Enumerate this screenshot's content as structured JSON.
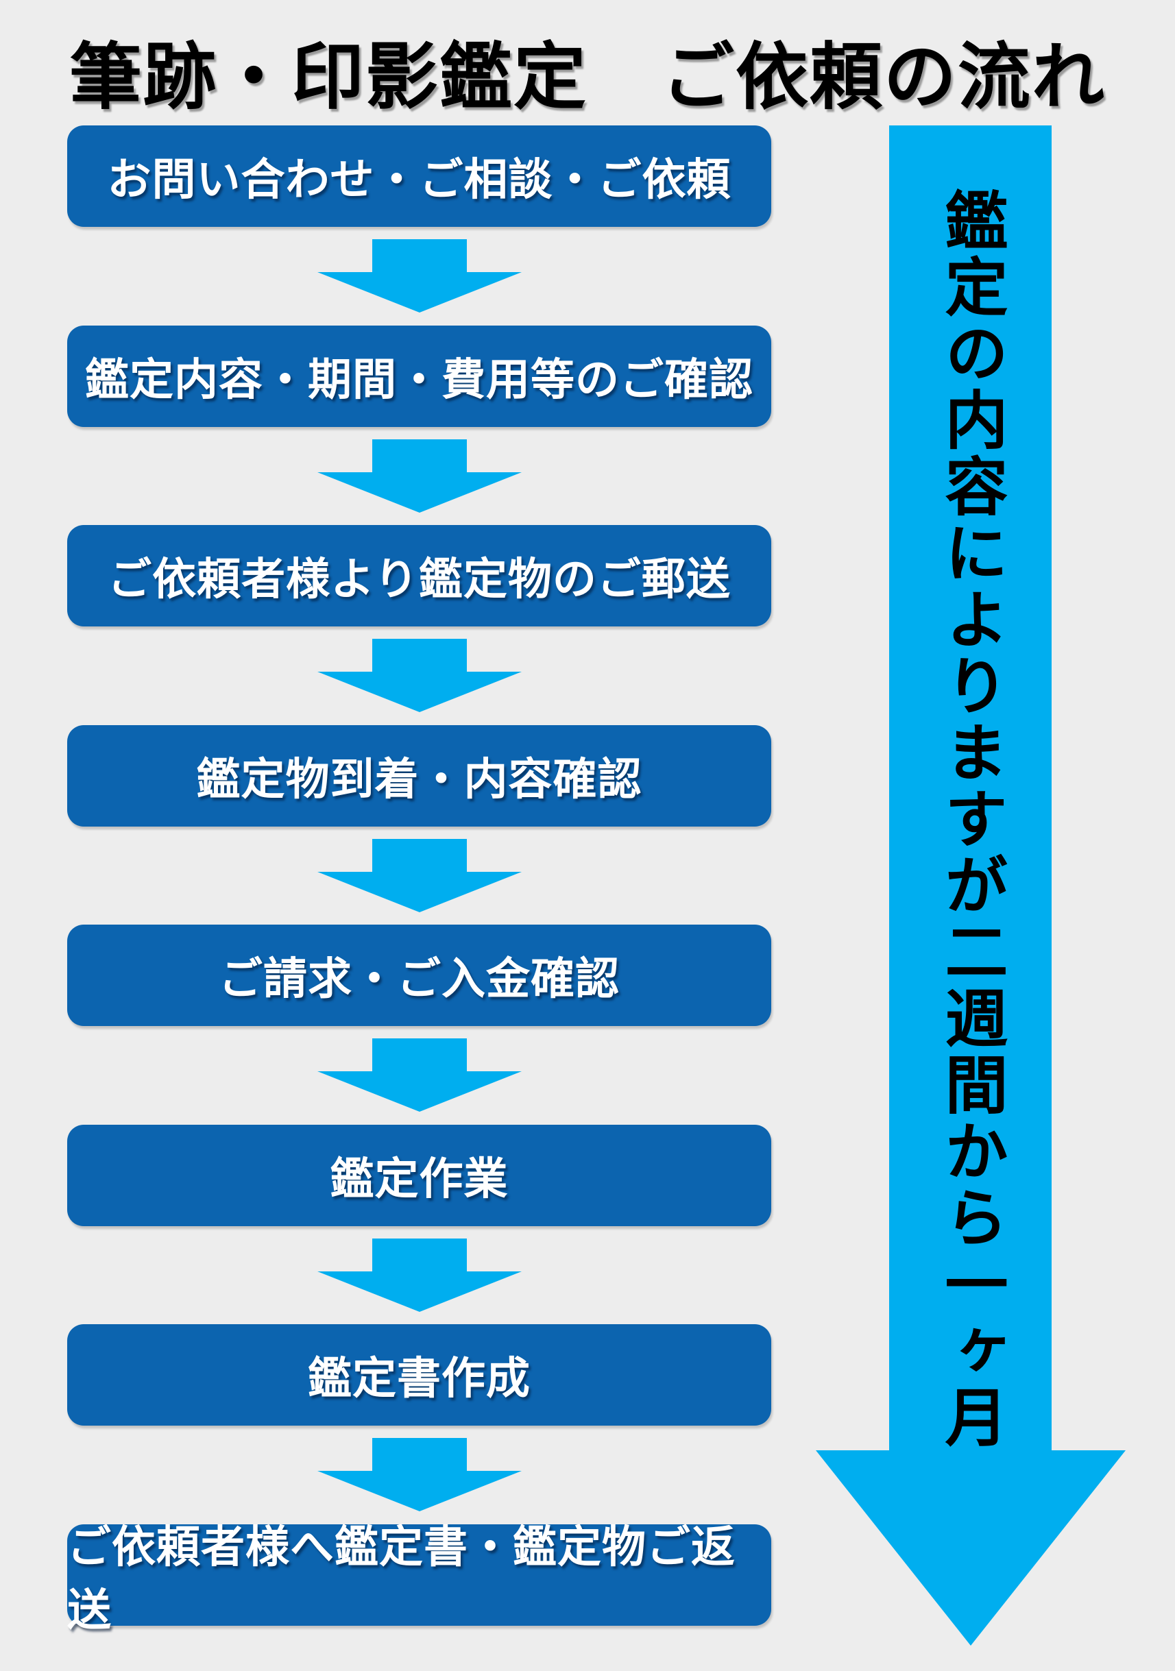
{
  "title": "筆跡・印影鑑定　ご依頼の流れ",
  "steps": [
    "お問い合わせ・ご相談・ご依頼",
    "鑑定内容・期間・費用等のご確認",
    "ご依頼者様より鑑定物のご郵送",
    "鑑定物到着・内容確認",
    "ご請求・ご入金確認",
    "鑑定作業",
    "鑑定書作成",
    "ご依頼者様へ鑑定書・鑑定物ご返送"
  ],
  "side_arrow": {
    "label": "鑑定の内容によりますが二週間から一ヶ月"
  },
  "colors": {
    "background": "#ededed",
    "box_blue": "#0c64af",
    "arrow_cyan": "#00aeef",
    "box_text": "#ffffff",
    "title_text": "#000000"
  }
}
